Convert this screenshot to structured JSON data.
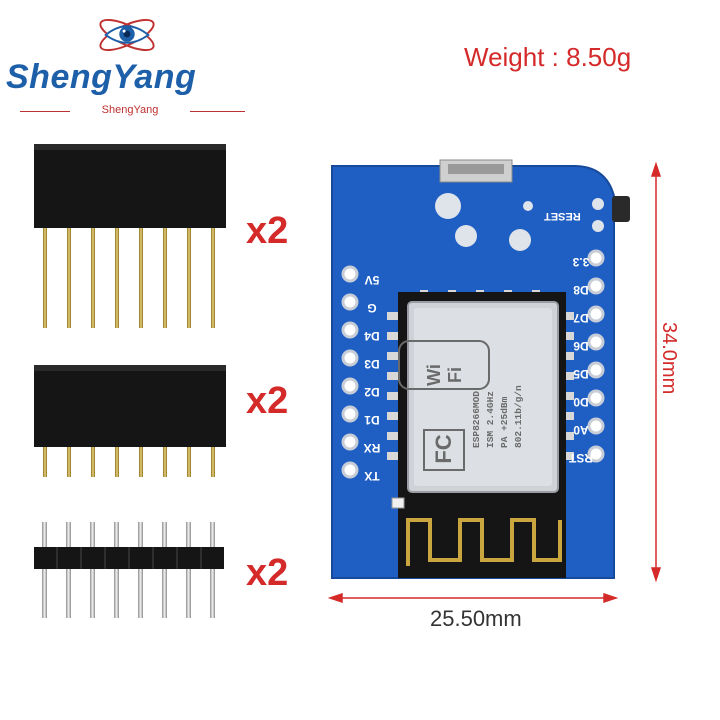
{
  "brand": {
    "name": "ShengYang",
    "subtitle": "ShengYang"
  },
  "weight_label": "Weight : 8.50g",
  "quantities": [
    "x2",
    "x2",
    "x2"
  ],
  "dimensions": {
    "height": "34.0mm",
    "width": "25.50mm"
  },
  "board": {
    "left_pins": [
      "5V",
      "G",
      "D4",
      "D3",
      "D2",
      "D1",
      "RX",
      "TX"
    ],
    "right_pins": [
      "3.3",
      "D8",
      "D7",
      "D6",
      "D5",
      "D0",
      "A0",
      "RST"
    ],
    "reset_label": "RESET",
    "module_lines": [
      "ESP8266MOD",
      "ISM 2.4GHz",
      "PA +25dBm",
      "802.11b/g/n"
    ],
    "wifi_text": "Wi Fi",
    "fcc_text": "FC"
  },
  "colors": {
    "accent_red": "#d42a2a",
    "brand_blue": "#1d5fa8",
    "pcb_blue": "#1f5fc4",
    "header_gold": "#c9a640"
  }
}
